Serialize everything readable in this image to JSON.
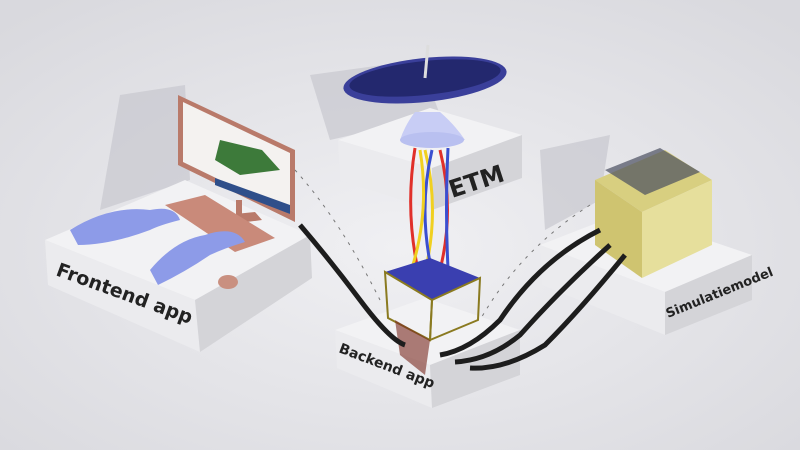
{
  "labels": {
    "frontend": "Frontend app",
    "etm": "ETM",
    "backend": "Backend app",
    "simulation": "Simulatiemodel"
  },
  "colors": {
    "background": "#e4e4e8",
    "box_top": "#f2f2f4",
    "box_left": "#e9e9ec",
    "box_right": "#d6d6da",
    "hands": "#8d9be8",
    "dish": "#3a3f9a",
    "sim_cube": "#e6df9c",
    "cable": "#1d1d1d",
    "wire_red": "#e0302a",
    "wire_yellow": "#f0d020",
    "wire_blue": "#3a4fd0"
  }
}
